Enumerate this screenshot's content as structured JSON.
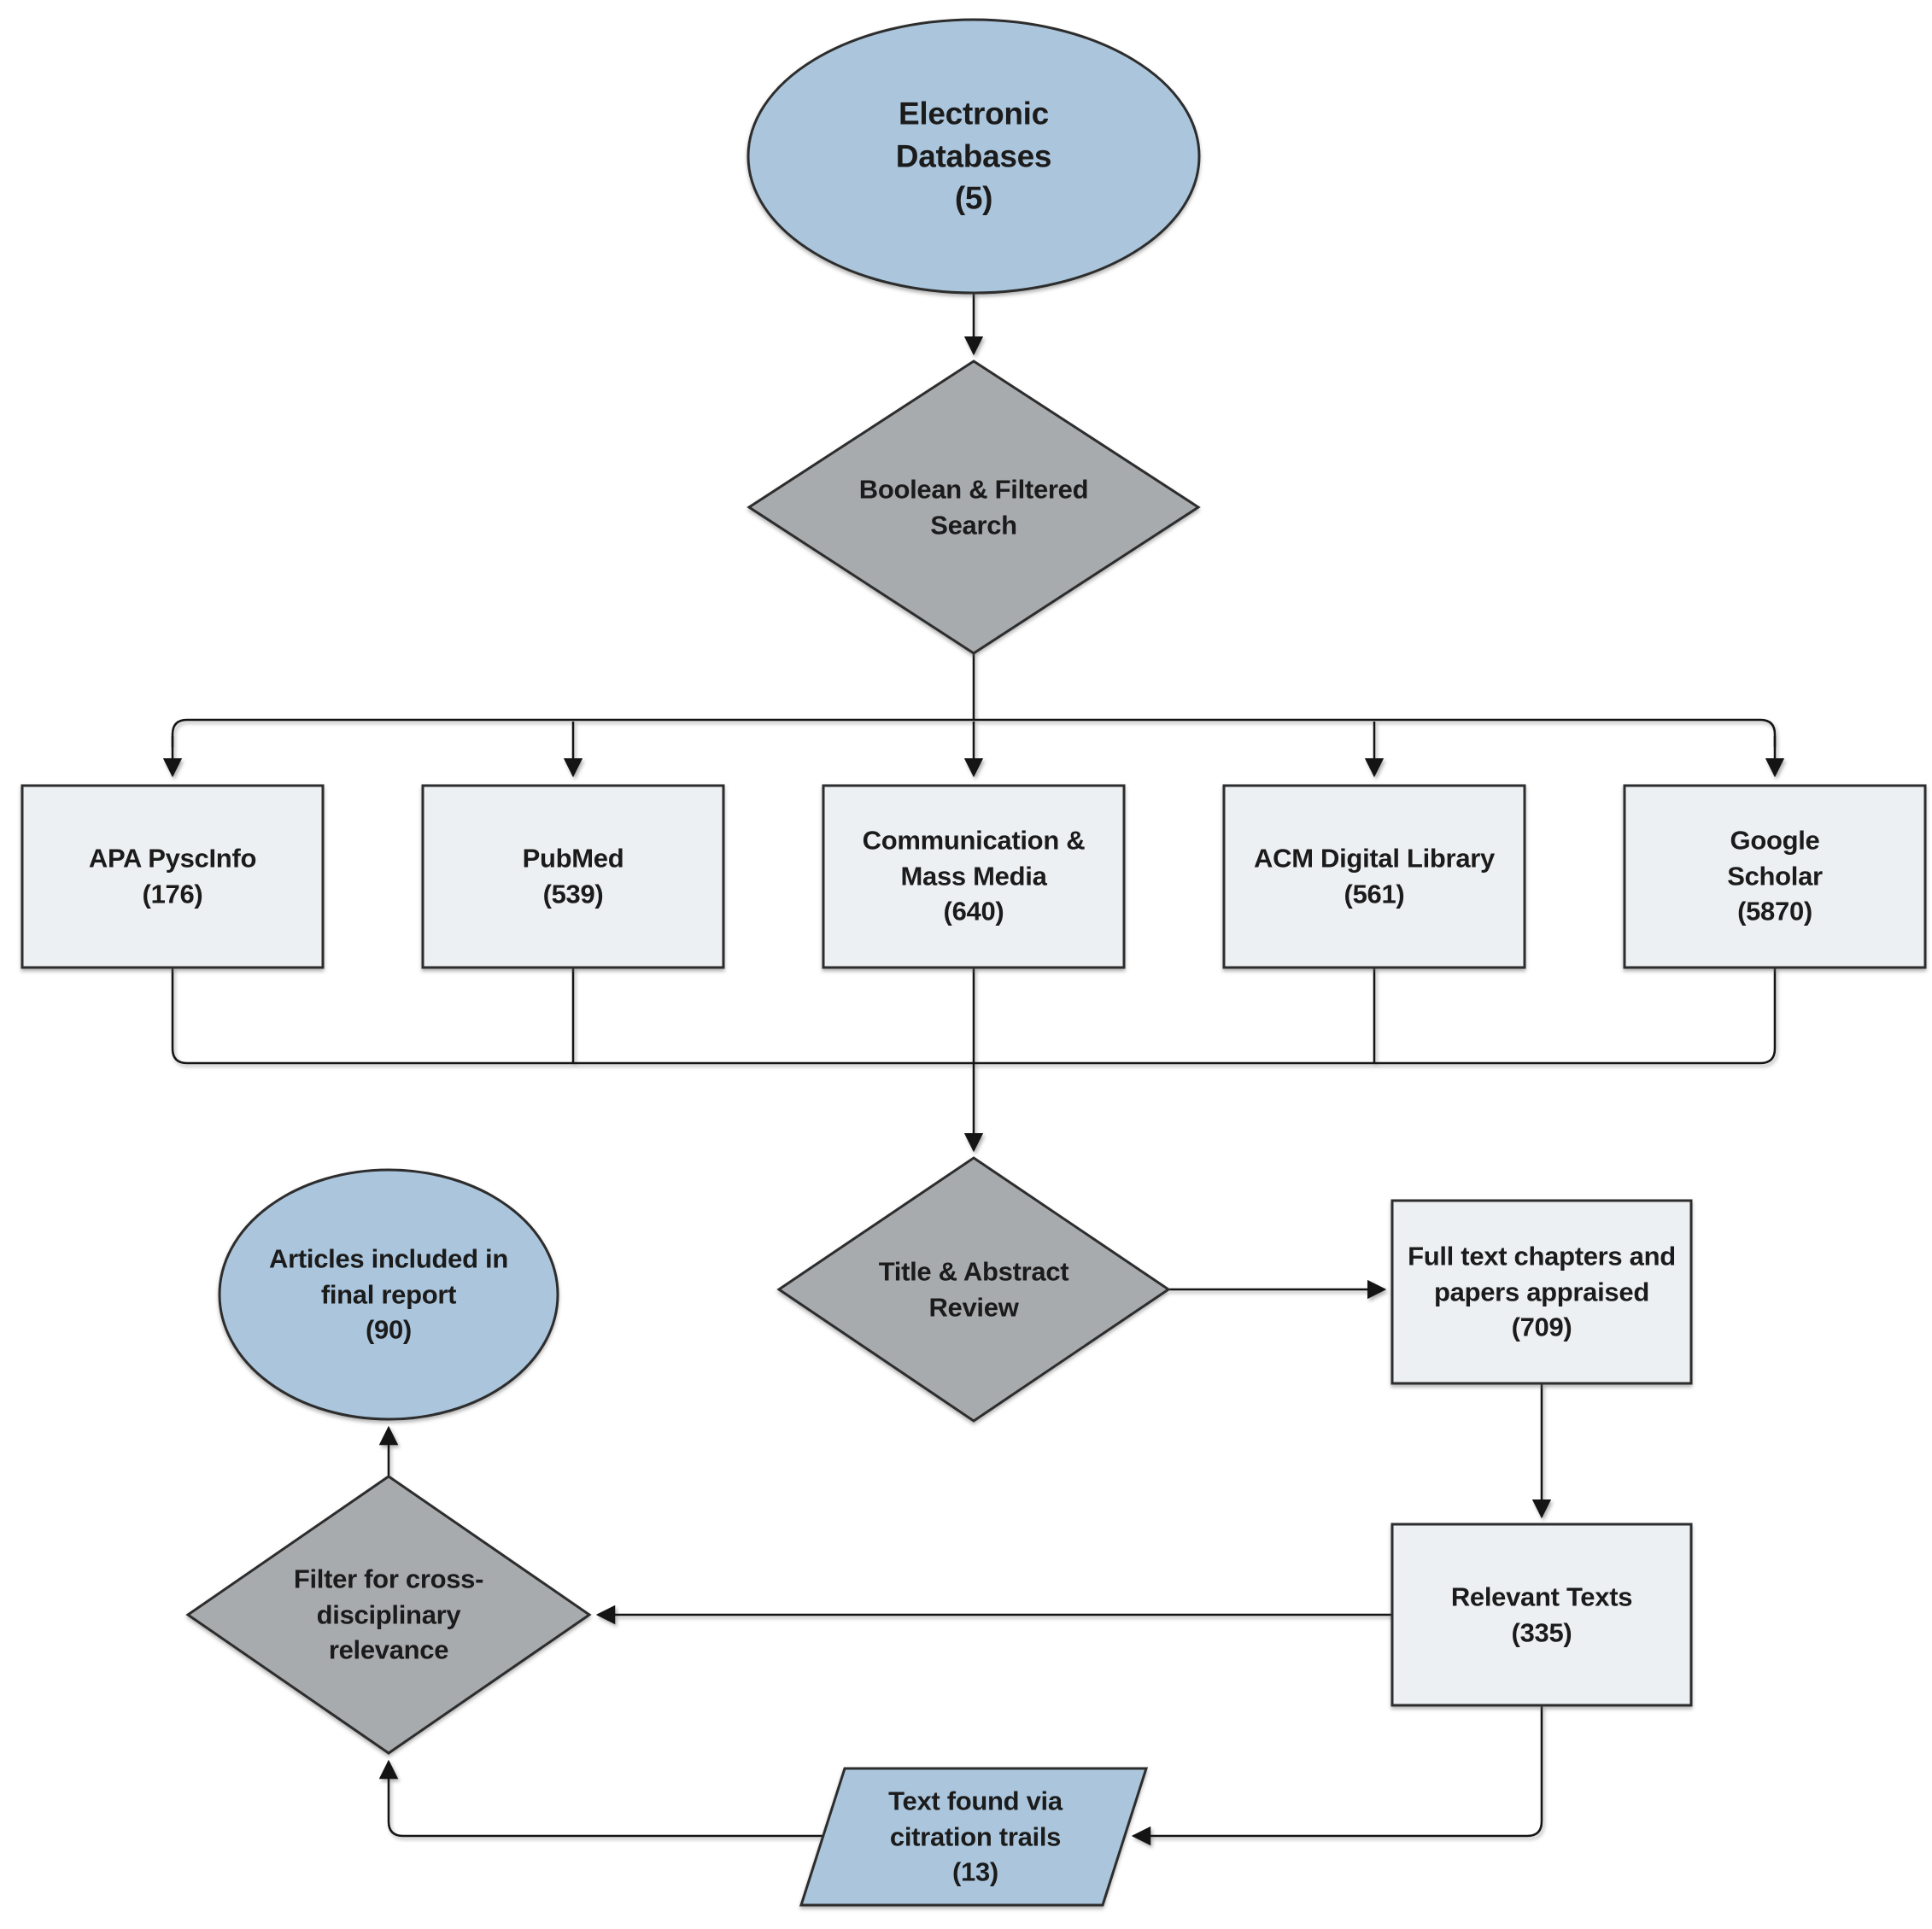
{
  "colors": {
    "terminator_fill": "#abc6dc",
    "decision_fill": "#a8abae",
    "process_fill": "#edf0f2",
    "io_fill": "#abc6dc",
    "shape_border": "#2d2d2d",
    "connector": "#141414"
  },
  "nodes": {
    "electronic_databases": {
      "shape": "ellipse",
      "label": "Electronic\nDatabases\n(5)"
    },
    "boolean_filtered_search": {
      "shape": "diamond",
      "label": "Boolean & Filtered\nSearch"
    },
    "apa_pyscinfo": {
      "shape": "rectangle",
      "label": "APA PyscInfo\n(176)"
    },
    "pubmed": {
      "shape": "rectangle",
      "label": "PubMed\n(539)"
    },
    "communication_mass_media": {
      "shape": "rectangle",
      "label": "Communication &\nMass Media\n(640)"
    },
    "acm_digital_library": {
      "shape": "rectangle",
      "label": "ACM Digital Library\n(561)"
    },
    "google_scholar": {
      "shape": "rectangle",
      "label": "Google Scholar\n(5870)"
    },
    "title_abstract_review": {
      "shape": "diamond",
      "label": "Title & Abstract\nReview"
    },
    "full_text_appraised": {
      "shape": "rectangle",
      "label": "Full text chapters and\npapers appraised\n(709)"
    },
    "relevant_texts": {
      "shape": "rectangle",
      "label": "Relevant Texts\n(335)"
    },
    "filter_cross_disciplinary": {
      "shape": "diamond",
      "label": "Filter for cross-\ndisciplinary\nrelevance"
    },
    "articles_final_report": {
      "shape": "ellipse",
      "label": "Articles included in\nfinal report\n(90)"
    },
    "citation_trails": {
      "shape": "parallelogram",
      "label": "Text found via\ncitration trails\n(13)"
    }
  },
  "edges": [
    {
      "from": "electronic_databases",
      "to": "boolean_filtered_search"
    },
    {
      "from": "boolean_filtered_search",
      "to": "apa_pyscinfo"
    },
    {
      "from": "boolean_filtered_search",
      "to": "pubmed"
    },
    {
      "from": "boolean_filtered_search",
      "to": "communication_mass_media"
    },
    {
      "from": "boolean_filtered_search",
      "to": "acm_digital_library"
    },
    {
      "from": "boolean_filtered_search",
      "to": "google_scholar"
    },
    {
      "from": "apa_pyscinfo",
      "to": "title_abstract_review"
    },
    {
      "from": "pubmed",
      "to": "title_abstract_review"
    },
    {
      "from": "communication_mass_media",
      "to": "title_abstract_review"
    },
    {
      "from": "acm_digital_library",
      "to": "title_abstract_review"
    },
    {
      "from": "google_scholar",
      "to": "title_abstract_review"
    },
    {
      "from": "title_abstract_review",
      "to": "full_text_appraised"
    },
    {
      "from": "full_text_appraised",
      "to": "relevant_texts"
    },
    {
      "from": "relevant_texts",
      "to": "filter_cross_disciplinary"
    },
    {
      "from": "relevant_texts",
      "to": "citation_trails"
    },
    {
      "from": "citation_trails",
      "to": "filter_cross_disciplinary"
    },
    {
      "from": "filter_cross_disciplinary",
      "to": "articles_final_report"
    }
  ]
}
